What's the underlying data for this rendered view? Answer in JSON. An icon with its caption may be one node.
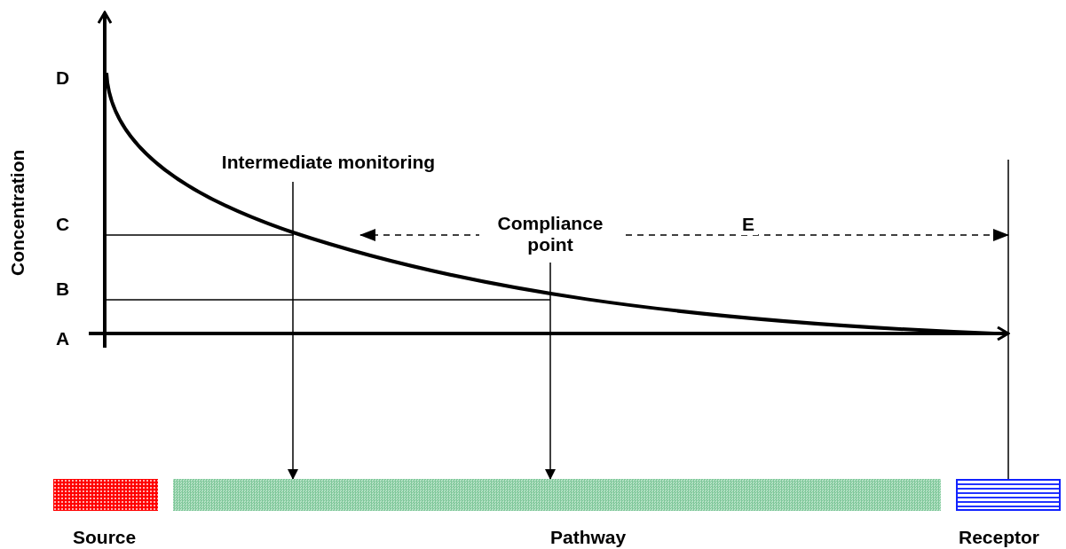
{
  "diagram": {
    "nodes": [
      {
        "text": [
          "Source"
        ]
      },
      {
        "text": [
          "Pathway"
        ]
      },
      {
        "text": [
          "Receptor"
        ]
      },
      {
        "text": [
          "Intermediate monitoring"
        ]
      },
      {
        "text": [
          "Compliance point"
        ]
      }
    ],
    "edges": [
      {
        "from": 3,
        "to": 1,
        "arrow": "to"
      },
      {
        "from": 4,
        "to": 1,
        "arrow": "to"
      },
      {
        "from": null,
        "to": 2,
        "arrow": "none"
      }
    ],
    "labels": [
      "D",
      "Concentration",
      "C",
      "E",
      "B",
      "A"
    ]
  }
}
